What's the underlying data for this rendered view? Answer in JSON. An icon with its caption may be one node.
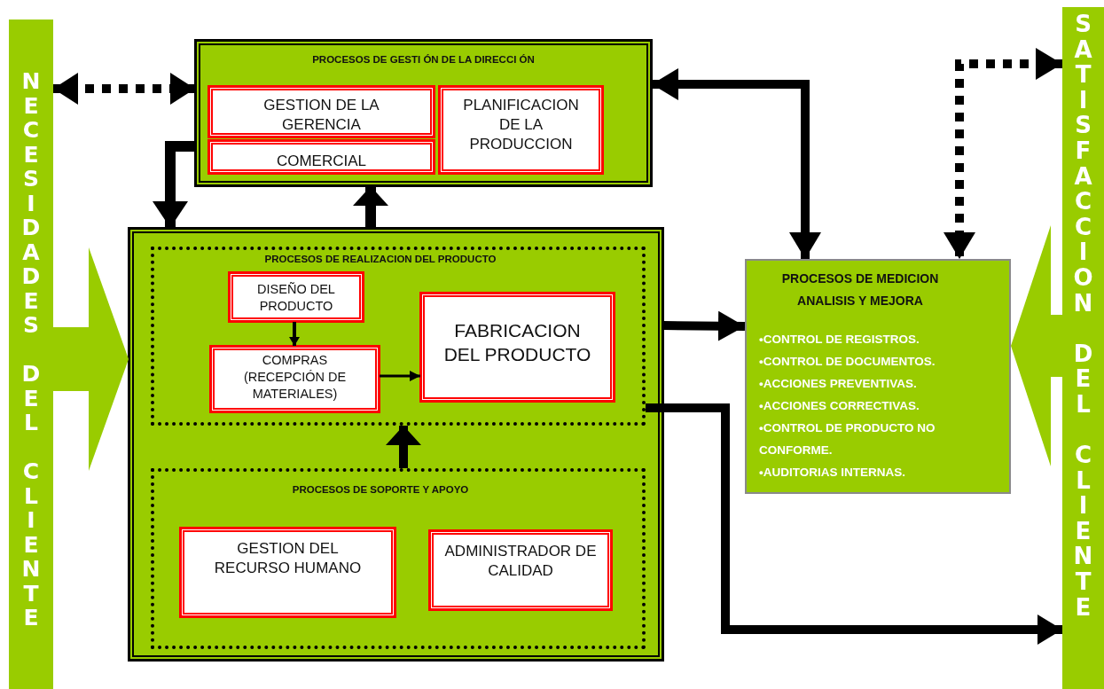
{
  "diagram": {
    "nodes": [
      {
        "text": [
          "NECESIDADES DEL CLIENTE"
        ]
      },
      {
        "text": [
          "PROCESOS DE GESTI ÓN DE LA DIRECCI ÓN"
        ]
      },
      {
        "text": [
          "GESTION DE LA GERENCIA"
        ],
        "in": 1
      },
      {
        "text": [
          "COMERCIAL"
        ],
        "in": 1
      },
      {
        "text": [
          "PLANIFICACION DE LA PRODUCCION"
        ],
        "in": 1
      },
      {
        "text": [],
        "shape": "box"
      },
      {
        "text": [
          "PROCESOS DE REALIZACION DEL PRODUCTO"
        ],
        "in": 5
      },
      {
        "text": [
          "DISEÑO DEL PRODUCTO"
        ],
        "in": 6
      },
      {
        "text": [
          "COMPRAS (RECEPCIÓN DE MATERIALES)"
        ],
        "in": 6
      },
      {
        "text": [
          "FABRICACION DEL PRODUCTO"
        ],
        "in": 6
      },
      {
        "text": [
          "PROCESOS DE SOPORTE Y APOYO"
        ],
        "in": 5
      },
      {
        "text": [
          "GESTION DEL RECURSO HUMANO"
        ],
        "in": 10
      },
      {
        "text": [
          "ADMINISTRADOR DE CALIDAD"
        ],
        "in": 10
      },
      {
        "text": [
          "PROCESOS DE MEDICION ANALISIS Y MEJORA",
          "•CONTROL DE REGISTROS.",
          "•CONTROL DE DOCUMENTOS.",
          "•ACCIONES PREVENTIVAS.",
          "•ACCIONES CORRECTIVAS.",
          "•CONTROL DE PRODUCTO NO CONFORME.",
          "•AUDITORIAS INTERNAS."
        ]
      },
      {
        "text": [
          "SATISFACCION DEL CLIENTE"
        ]
      }
    ],
    "edges": [
      {
        "from": 1,
        "to": 0,
        "arrow": "both",
        "style": "dashed"
      },
      {
        "from": 1,
        "to": 5,
        "arrow": "to"
      },
      {
        "from": 5,
        "to": 1,
        "arrow": "to"
      },
      {
        "from": 1,
        "to": 13,
        "arrow": "both"
      },
      {
        "from": 14,
        "to": 13,
        "arrow": "both",
        "style": "dashed"
      },
      {
        "from": 5,
        "to": 13,
        "arrow": "to"
      },
      {
        "from": 6,
        "to": 14,
        "arrow": "to"
      },
      {
        "from": 7,
        "to": 8,
        "arrow": "to"
      },
      {
        "from": 8,
        "to": 9,
        "arrow": "to"
      },
      {
        "from": 10,
        "to": 6,
        "arrow": "to"
      },
      {
        "from": 0,
        "to": 5,
        "arrow": "to",
        "style": "thick",
        "color": "#99cc00"
      },
      {
        "from": 14,
        "to": 13,
        "arrow": "to",
        "style": "thick",
        "color": "#99cc00"
      }
    ]
  }
}
